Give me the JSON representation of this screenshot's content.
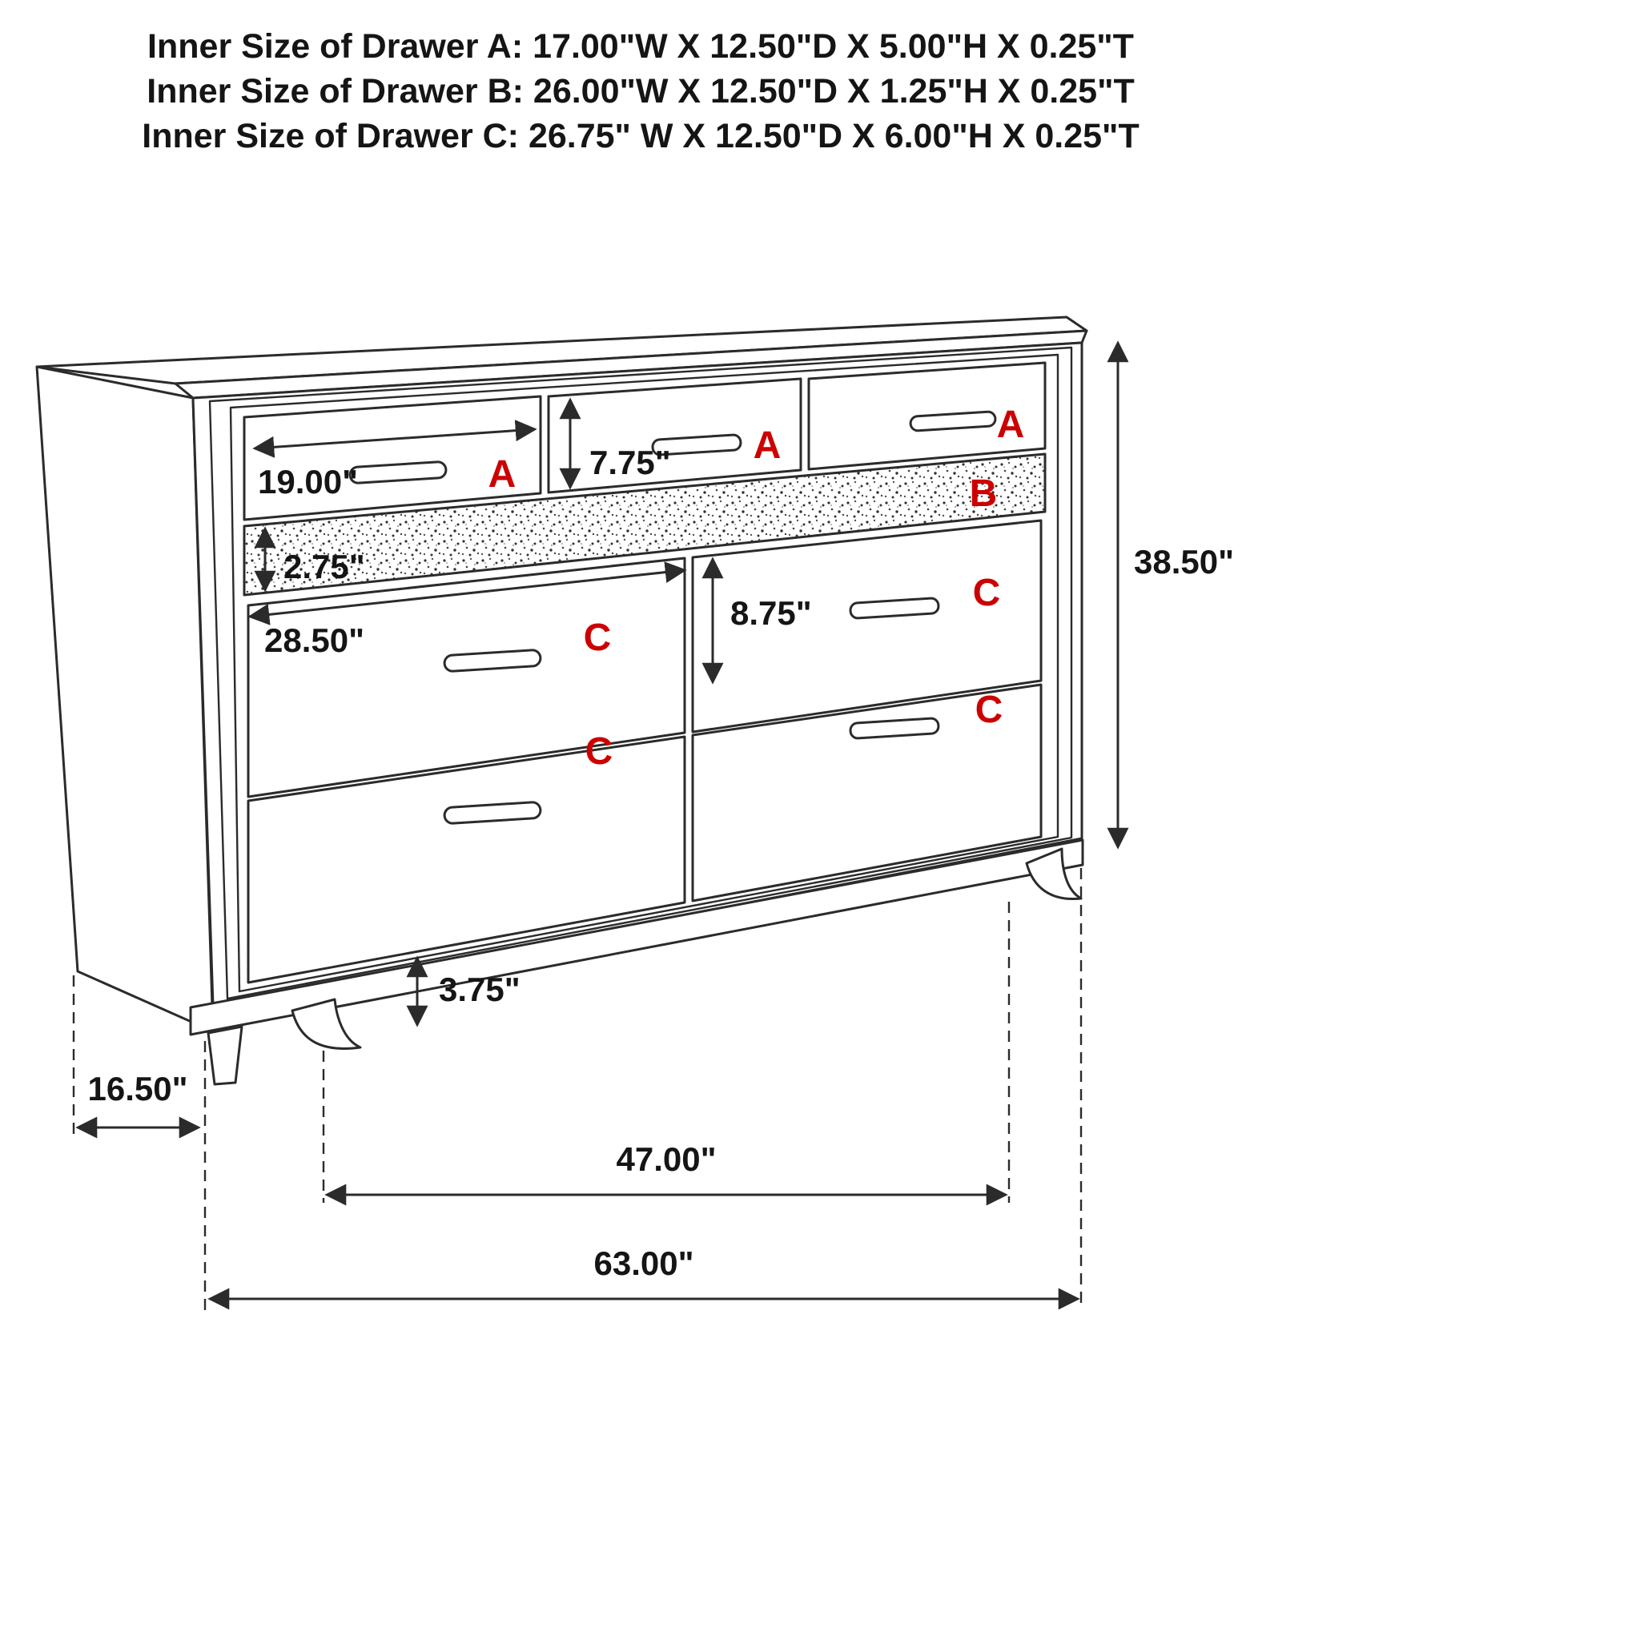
{
  "header": {
    "lines": [
      "Inner Size of Drawer A: 17.00\"W X 12.50\"D X 5.00\"H X 0.25\"T",
      "Inner Size of Drawer B: 26.00\"W X 12.50\"D X 1.25\"H X 0.25\"T",
      "Inner Size of Drawer C: 26.75\" W X 12.50\"D X 6.00\"H X 0.25\"T"
    ]
  },
  "drawer_letters": {
    "a1": "A",
    "a2": "A",
    "a3": "A",
    "b": "B",
    "c_top_left": "C",
    "c_top_right": "C",
    "c_bottom_left": "C",
    "c_bottom_right": "C"
  },
  "dimensions": {
    "drawer_a_width": "19.00\"",
    "drawer_a_height": "7.75\"",
    "drawer_b_height": "2.75\"",
    "drawer_c_width": "28.50\"",
    "drawer_c_height": "8.75\"",
    "overall_height": "38.50\"",
    "foot_height": "3.75\"",
    "depth": "16.50\"",
    "leg_span_width": "47.00\"",
    "overall_width": "63.00\""
  },
  "colors": {
    "letter_red": "#cc0000",
    "line": "#2b2b2b"
  }
}
